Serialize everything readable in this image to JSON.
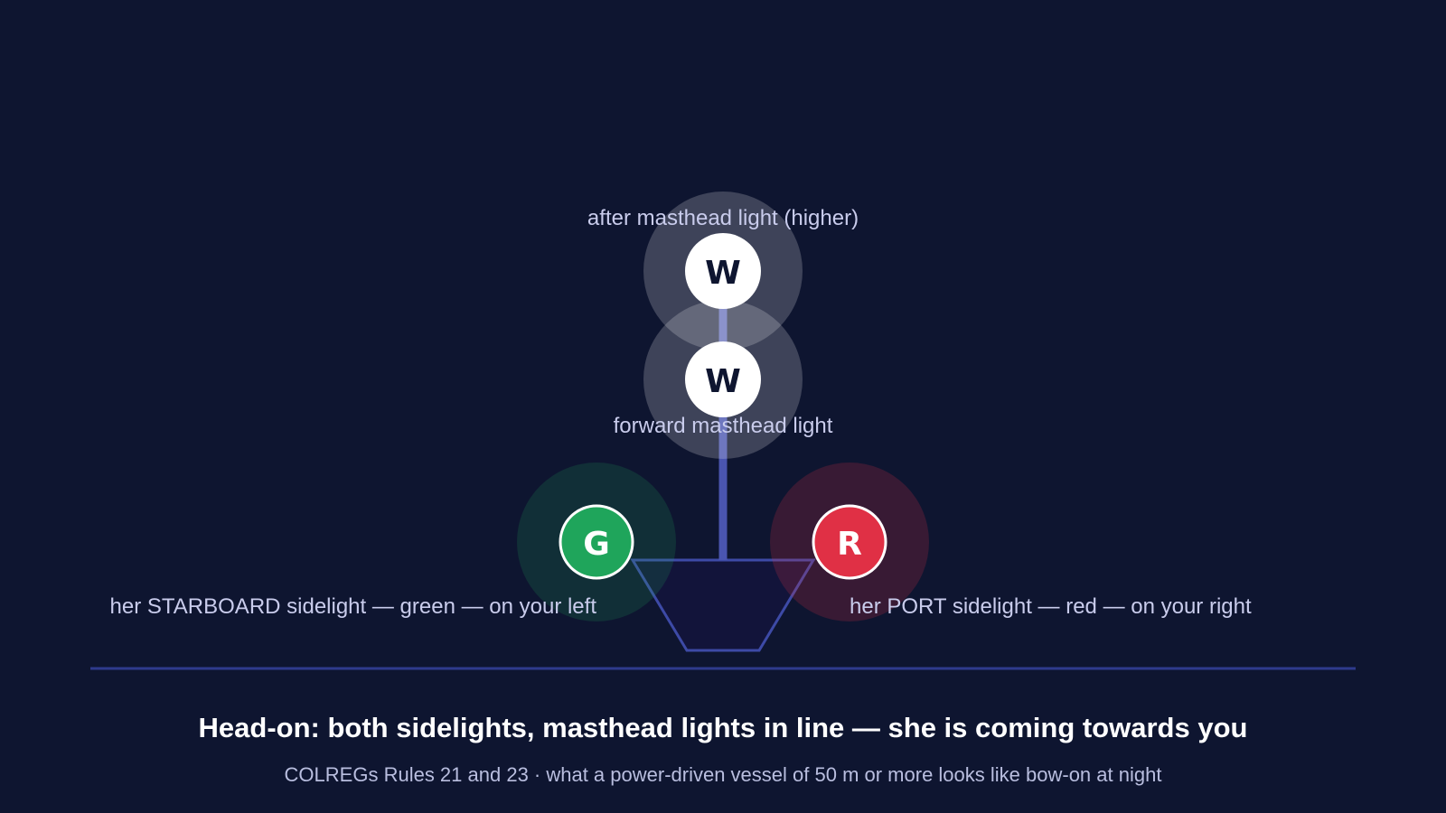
{
  "colors": {
    "background": "#0e1530",
    "mast": "#4a55b0",
    "hull_stroke": "#3d4aa6",
    "white_light": "#ffffff",
    "green_light": "#1fa55b",
    "red_light": "#e03045",
    "label": "#c9ccec"
  },
  "lights": {
    "after_masthead": {
      "letter": "W",
      "label": "after masthead light (higher)"
    },
    "forward_masthead": {
      "letter": "W",
      "label": "forward masthead light"
    },
    "starboard": {
      "letter": "G",
      "label": "her STARBOARD sidelight — green — on your left"
    },
    "port": {
      "letter": "R",
      "label": "her PORT sidelight — red — on your right"
    }
  },
  "caption": {
    "title": "Head-on: both sidelights, masthead lights in line — she is coming towards you",
    "subtitle": "COLREGs Rules 21 and 23 · what a power-driven vessel of 50 m or more looks like bow-on at night"
  }
}
